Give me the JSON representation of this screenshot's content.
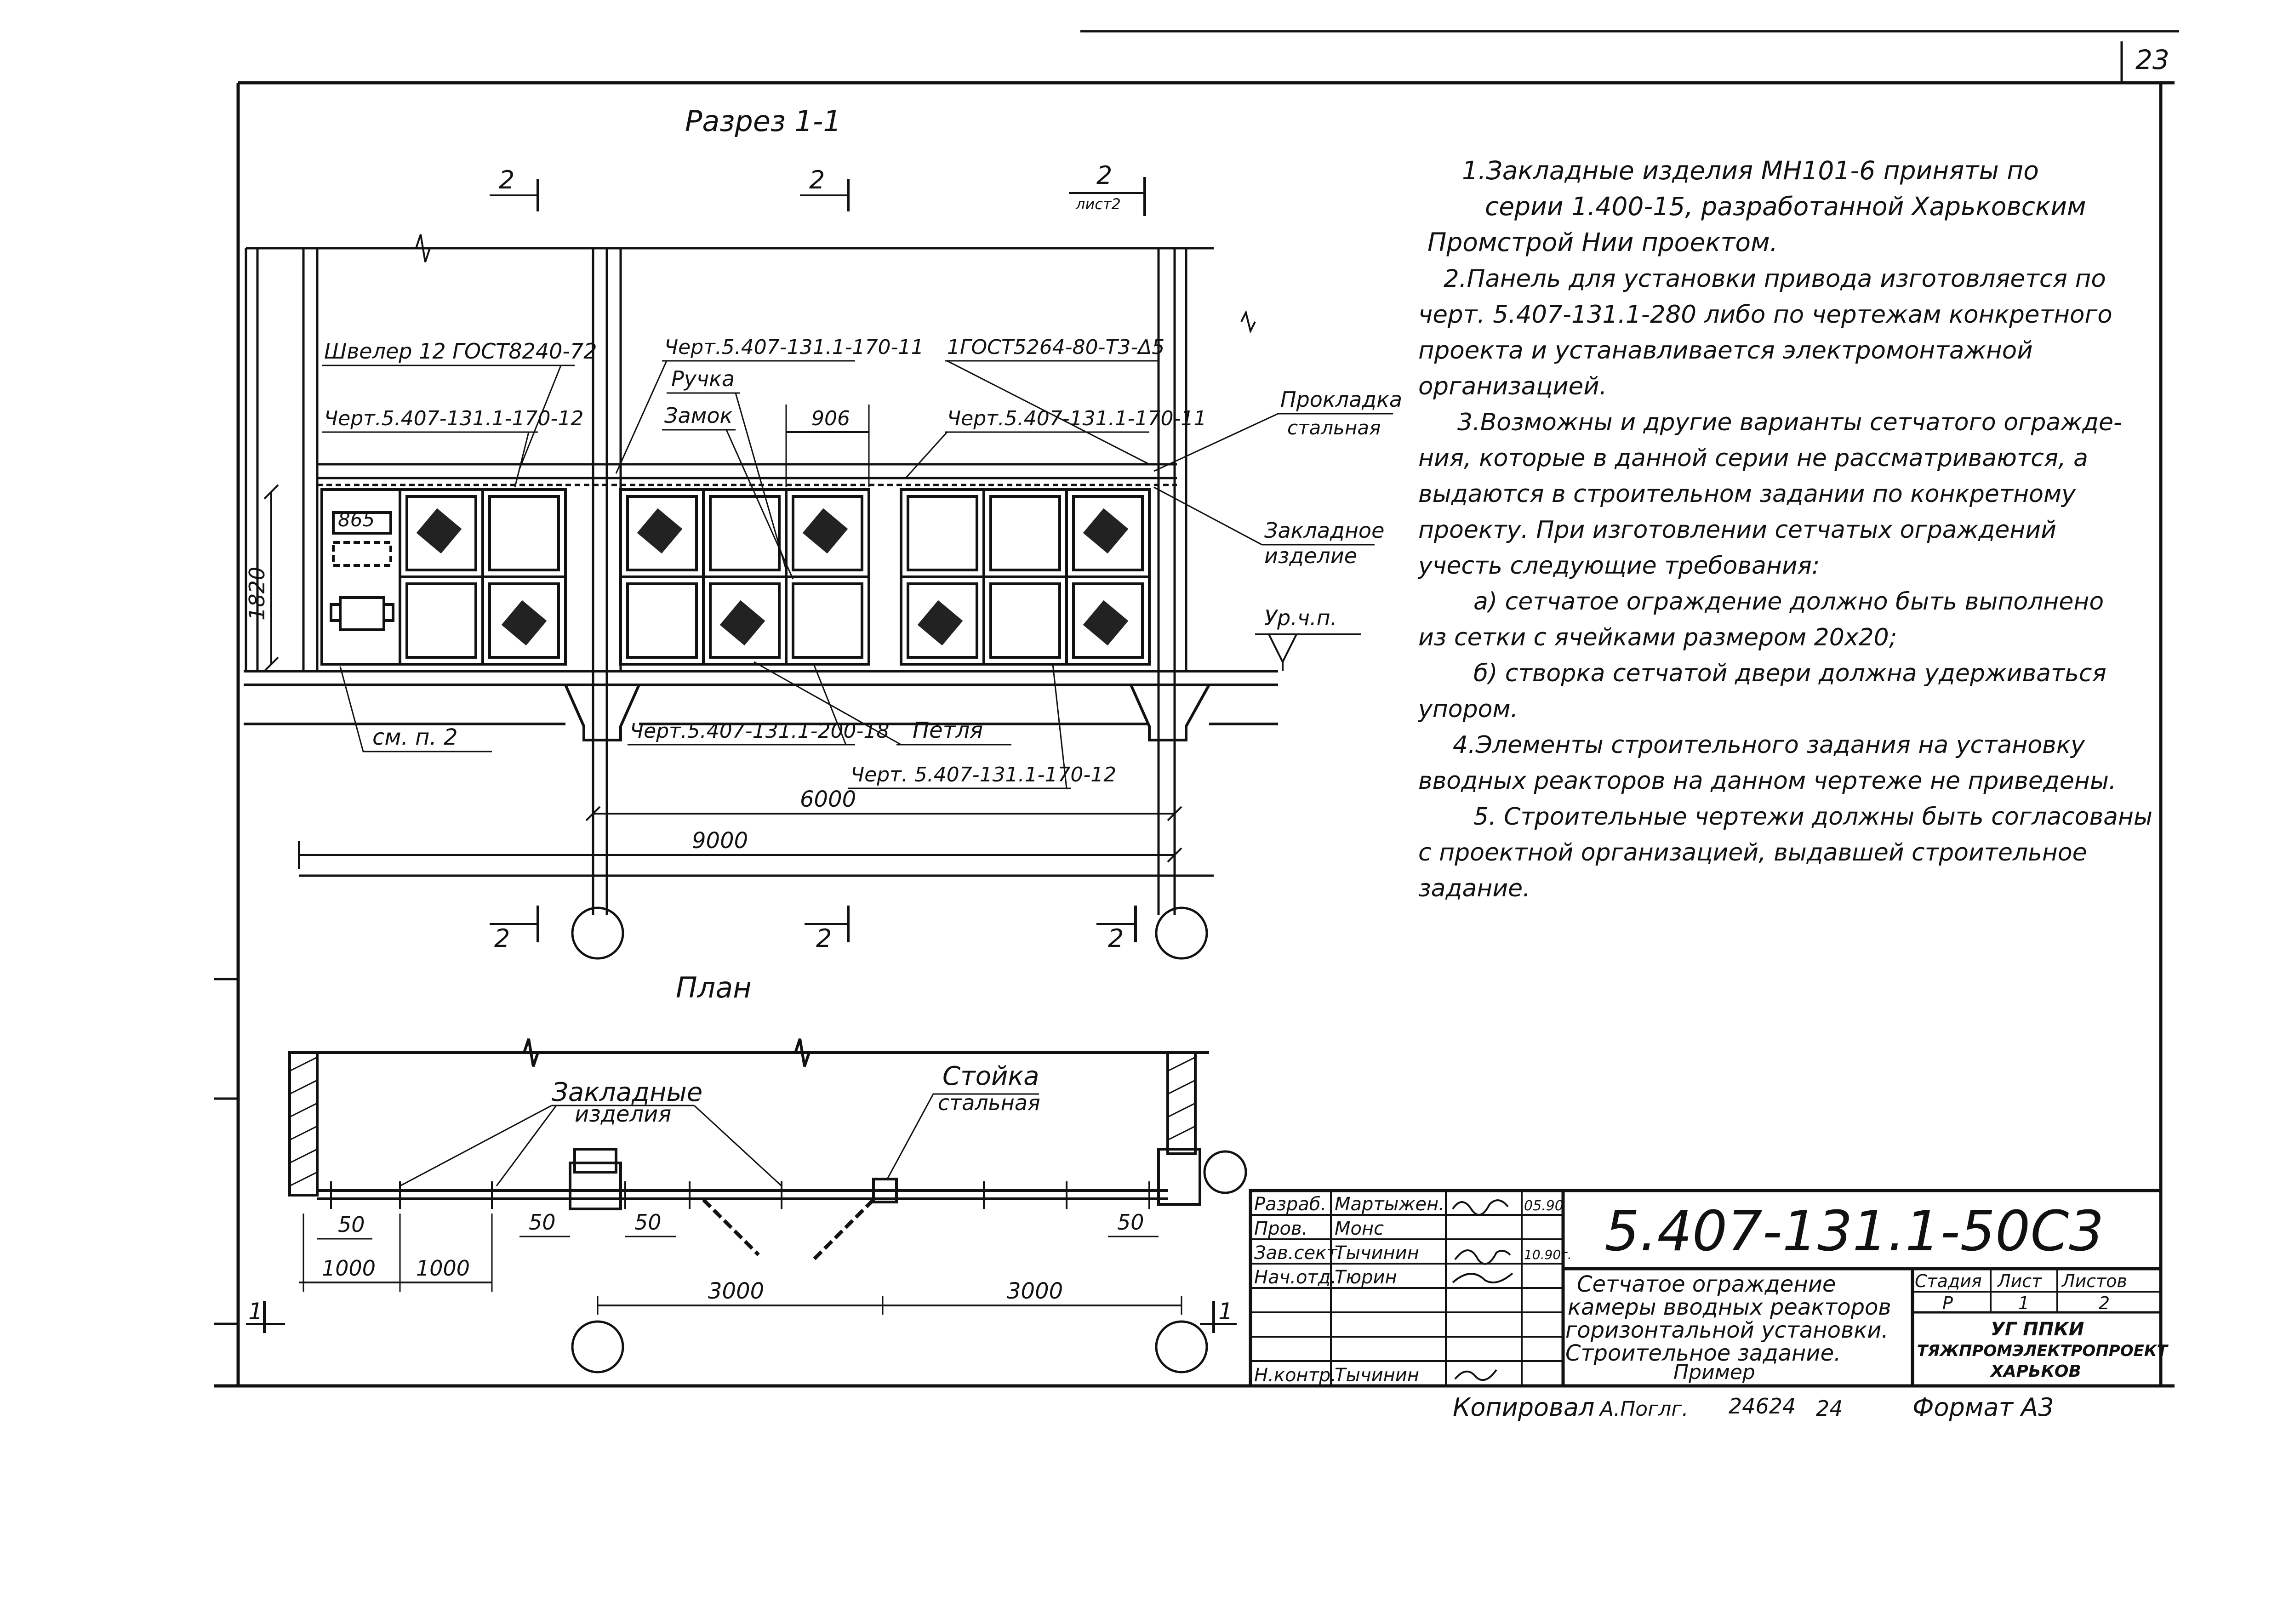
{
  "sheet_number": "23",
  "section": {
    "title": "Разрез 1-1",
    "cut_marks": [
      {
        "top": "2",
        "sub": ""
      },
      {
        "top": "2",
        "sub": ""
      },
      {
        "top": "2",
        "sub": "лист2"
      }
    ],
    "bottom_marks": [
      "2",
      "2",
      "2"
    ],
    "labels": {
      "shveller": "Швелер 12 ГОСТ8240-72",
      "chert_a": "Черт.5.407-131.1-170-12",
      "chert_b": "Черт.5.407-131.1-170-11",
      "ruchka": "Ручка",
      "zamok": "Замок",
      "gost_weld": "1ГОСТ5264-80-Т3-Δ5",
      "chert_c": "Черт.5.407-131.1-170-11",
      "prokladka_1": "Прокладка",
      "prokladka_2": "стальная",
      "zakladnoe_1": "Закладное",
      "zakladnoe_2": "изделие",
      "level": "Ур.ч.п.",
      "see_note": "см. п. 2",
      "chert_d": "Черт.5.407-131.1-200-18",
      "petlya": "Петля",
      "chert_e": "Черт. 5.407-131.1-170-12"
    },
    "dims": {
      "d865": "865",
      "d906": "906",
      "d1820": "1820",
      "d6000": "6000",
      "d9000": "9000"
    }
  },
  "plan": {
    "title": "План",
    "zakladnye_1": "Закладные",
    "zakladnye_2": "изделия",
    "stoyka_1": "Стойка",
    "stoyka_2": "стальная",
    "dims": {
      "d50a": "50",
      "d50b": "50",
      "d50c": "50",
      "d50d": "50",
      "d1000a": "1000",
      "d1000b": "1000",
      "d3000a": "3000",
      "d3000b": "3000"
    },
    "cut_left": "1",
    "cut_right": "1"
  },
  "notes": [
    "1.Закладные изделия МН101-6 приняты по",
    "серии 1.400-15, разработанной Харьковским",
    "Промстрой Нии проектом.",
    "2.Панель для установки привода изготовляется по",
    "черт. 5.407-131.1-280 либо по чертежам конкретного",
    "проекта и устанавливается электромонтажной",
    "организацией.",
    "3.Возможны и другие варианты сетчатого огражде-",
    "ния, которые в данной серии не рассматриваются, а",
    "выдаются в строительном задании по конкретному",
    "проекту. При изготовлении сетчатых ограждений",
    "учесть следующие требования:",
    "а) сетчатое ограждение должно быть выполнено",
    "из сетки с ячейками размером 20х20;",
    "б) створка сетчатой двери должна удерживаться",
    "упором.",
    "4.Элементы строительного задания на установку",
    "вводных реакторов на данном чертеже не приведены.",
    "5. Строительные чертежи должны быть согласованы",
    "с проектной организацией, выдавшей строительное",
    "задание."
  ],
  "title_block": {
    "code": "5.407-131.1-50С3",
    "rows": [
      {
        "role": "Разраб.",
        "name": "Мартыжен.",
        "date": "05.90"
      },
      {
        "role": "Пров.",
        "name": "Монс",
        "date": ""
      },
      {
        "role": "Зав.сект.",
        "name": "Тычинин",
        "date": "10.90г."
      },
      {
        "role": "Нач.отд.",
        "name": "Тюрин",
        "date": ""
      },
      {
        "role": "",
        "name": "",
        "date": ""
      },
      {
        "role": "",
        "name": "",
        "date": ""
      },
      {
        "role": "",
        "name": "",
        "date": ""
      },
      {
        "role": "Н.контр.",
        "name": "Тычинин",
        "date": ""
      }
    ],
    "description": [
      "Сетчатое ограждение",
      "камеры вводных реакторов",
      "горизонтальной установки.",
      "Строительное задание.",
      "Пример"
    ],
    "stage_header": "Стадия",
    "sheet_header": "Лист",
    "sheets_header": "Листов",
    "stage": "Р",
    "sheet": "1",
    "sheets": "2",
    "org_1": "УГ ППКИ",
    "org_2": "ТЯЖПРОМЭЛЕКТРОПРОЕКТ",
    "org_3": "ХАРЬКОВ"
  },
  "footer": {
    "copied_label": "Копировал",
    "copied_name": "А.Поглг.",
    "order": "24624",
    "sheet_no": "24",
    "format": "Формат А3"
  }
}
